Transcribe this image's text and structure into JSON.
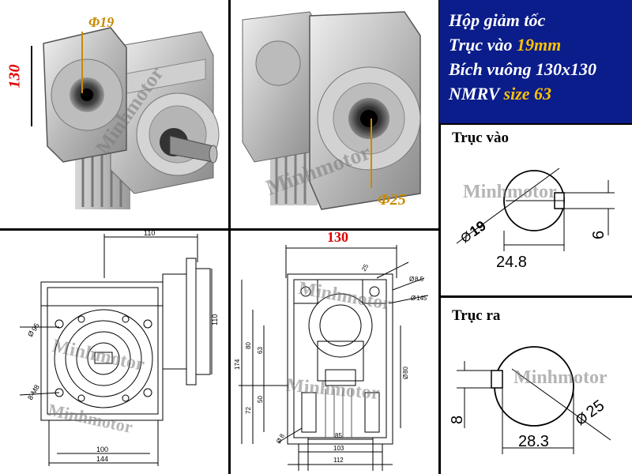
{
  "header": {
    "line1": "Hộp giảm tốc",
    "line2_prefix": "Trục vào ",
    "line2_value": "19mm",
    "line3": "Bích vuông 130x130",
    "line4_prefix": "NMRV ",
    "line4_value": "size 63"
  },
  "watermark": "Minhmotor",
  "photo1": {
    "shaft_label": "Φ19",
    "height_label": "130"
  },
  "photo2": {
    "shaft_label": "Φ25"
  },
  "input_shaft": {
    "title": "Trục vào",
    "diameter": "19",
    "width": "24.8",
    "key": "6"
  },
  "output_shaft": {
    "title": "Trục ra",
    "diameter": "25",
    "width": "28.3",
    "key": "8"
  },
  "front_view": {
    "dims": {
      "top": "110",
      "flange": "110",
      "hole": "95",
      "bolt": "8-M8",
      "inner": "100",
      "total": "144"
    }
  },
  "side_view": {
    "top_label": "130",
    "dims": {
      "d1": "25",
      "d2": "8.5",
      "d3": "145",
      "h1": "174",
      "h2": "80",
      "h3": "63",
      "h4": "72",
      "h5": "50",
      "d4": "80",
      "hole": "8",
      "w1": "85",
      "w2": "103",
      "w3": "112"
    }
  },
  "colors": {
    "title_bg": "#0b1d8a",
    "highlight": "#ffc300",
    "red": "#e00000",
    "gold": "#c88a00"
  }
}
